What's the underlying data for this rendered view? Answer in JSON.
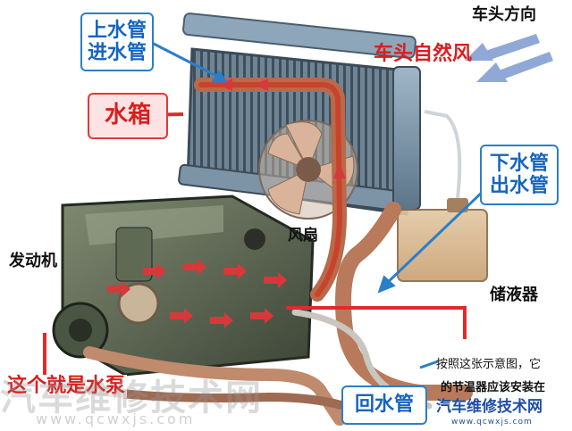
{
  "labels": {
    "upper_pipe_line1": "上水管",
    "upper_pipe_line2": "进水管",
    "car_direction": "车头方向",
    "natural_wind": "车头自然风",
    "water_tank": "水箱",
    "lower_pipe_line1": "下水管",
    "lower_pipe_line2": "出水管",
    "fan": "风扇",
    "engine": "发动机",
    "reservoir": "储液器",
    "water_pump": "这个就是水泵",
    "return_pipe": "回水管",
    "note_line1": "按照这张示意图，它",
    "note_line2": "的节温器应该安装在"
  },
  "watermark": {
    "title": "汽车维修技术网",
    "url": "www.qcwxjs.com",
    "left_text": "汽车维修技术网",
    "left_url": "www.qcwxjs.com"
  },
  "colors": {
    "label_blue": "#1565c0",
    "label_red": "#d81f1f",
    "coolant_hot": "#c9432c",
    "coolant_pipe": "#b86a4a",
    "wind_arrow": "#8fa8d6",
    "flow_arrow_blue": "#2a7fc9"
  }
}
